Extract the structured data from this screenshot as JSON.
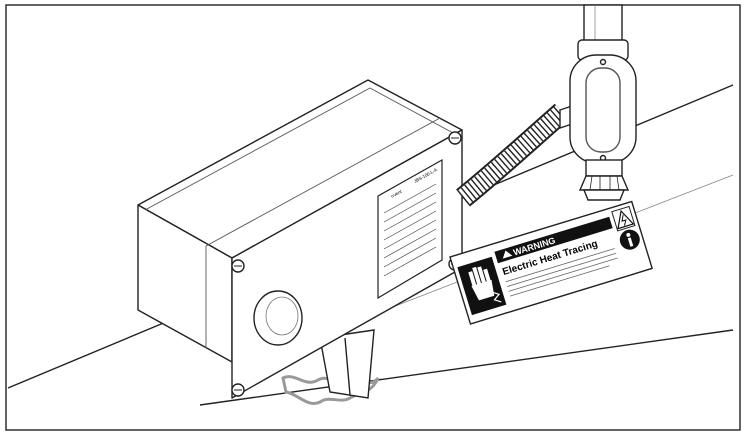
{
  "warning_label": {
    "header": "WARNING",
    "title": "Electric Heat Tracing",
    "icons": [
      "hand-shock-icon",
      "electric-shock-icon",
      "read-manual-icon"
    ],
    "color_band": "#000000",
    "color_body": "#ffffff"
  },
  "junction_box": {
    "nameplate_brand": "nVent",
    "nameplate_model": "JBS-100-L-A"
  },
  "components": [
    "pipe",
    "junction-box",
    "flexible-conduit",
    "conduit-tee-fitting",
    "cable-gland",
    "warning-label",
    "insulation-seal"
  ]
}
